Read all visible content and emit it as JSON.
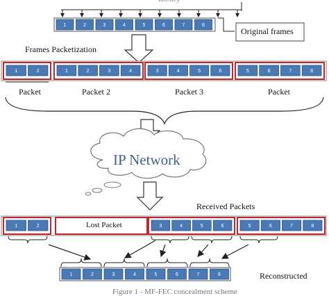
{
  "top_text": "latency",
  "original_frames": [
    "1",
    "2",
    "3",
    "4",
    "5",
    "6",
    "7",
    "8"
  ],
  "original_frames_label": "Original frames",
  "packetization_label": "Frames Packetization",
  "packets": [
    {
      "label": "Packet",
      "frames": [
        "1",
        "2"
      ]
    },
    {
      "label": "Packet 2",
      "frames": [
        "1",
        "2",
        "3",
        "4"
      ]
    },
    {
      "label": "Packet 3",
      "frames": [
        "3",
        "4",
        "5",
        "6"
      ]
    },
    {
      "label": "Packet",
      "frames": [
        "5",
        "6",
        "7",
        "8"
      ]
    }
  ],
  "network_label": "IP Network",
  "received_label": "Received Packets",
  "received_packets": [
    {
      "frames": [
        "1",
        "2"
      ]
    },
    {
      "lost": true,
      "label": "Lost Packet"
    },
    {
      "frames": [
        "3",
        "4",
        "5",
        "6"
      ]
    },
    {
      "frames": [
        "5",
        "6",
        "7",
        "8"
      ]
    }
  ],
  "reconstructed_frames": [
    "1",
    "2",
    "3",
    "4",
    "5",
    "6",
    "7",
    "8"
  ],
  "reconstructed_label": "Reconstructed",
  "caption": "Figure 1 - MF-FEC concealment scheme",
  "colors": {
    "frame_fill": "#4a7ab5",
    "packet_border": "#c0262c",
    "line": "#222222"
  }
}
